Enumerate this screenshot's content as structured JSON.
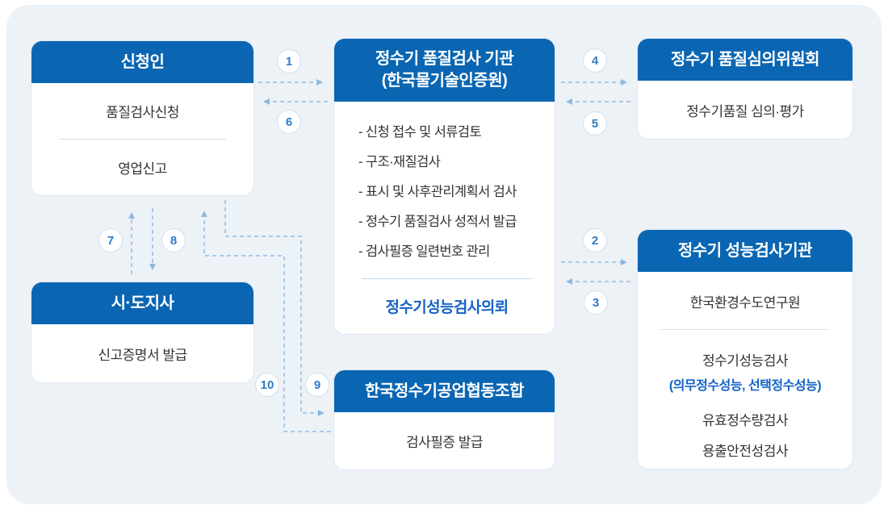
{
  "colors": {
    "header_blue": "#0A66B2",
    "panel_background": "#EDF2F7",
    "accent_blue": "#1463C7",
    "arrow_blue": "#A9C9E6",
    "step_number_blue": "#2E7BC4",
    "body_text": "#333333"
  },
  "steps": [
    "1",
    "2",
    "3",
    "4",
    "5",
    "6",
    "7",
    "8",
    "9",
    "10"
  ],
  "boxes": {
    "applicant": {
      "title": "신청인",
      "items": [
        "품질검사신청",
        "영업신고"
      ]
    },
    "quality_inspection_agency": {
      "title_line1": "정수기 품질검사 기관",
      "title_line2": "(한국물기술인증원)",
      "tasks": [
        "-  신청 접수 및 서류검토",
        "-  구조·재질검사",
        "-  표시 및 사후관리계획서 검사",
        "-  정수기 품질검사 성적서 발급",
        "-  검사필증 일련번호 관리"
      ],
      "request_label": "정수기성능검사의뢰"
    },
    "quality_review_committee": {
      "title": "정수기 품질심의위원회",
      "body": "정수기품질 심의·평가"
    },
    "performance_test_agency": {
      "title": "정수기 성능검사기관",
      "org": "한국환경수도연구원",
      "tests": [
        "정수기성능검사",
        "(의무정수성능, 선택정수성능)",
        "유효정수량검사",
        "용출안전성검사"
      ]
    },
    "governor": {
      "title": "시·도지사",
      "body": "신고증명서 발급"
    },
    "cooperative": {
      "title": "한국정수기공업협동조합",
      "body": "검사필증 발급"
    }
  }
}
